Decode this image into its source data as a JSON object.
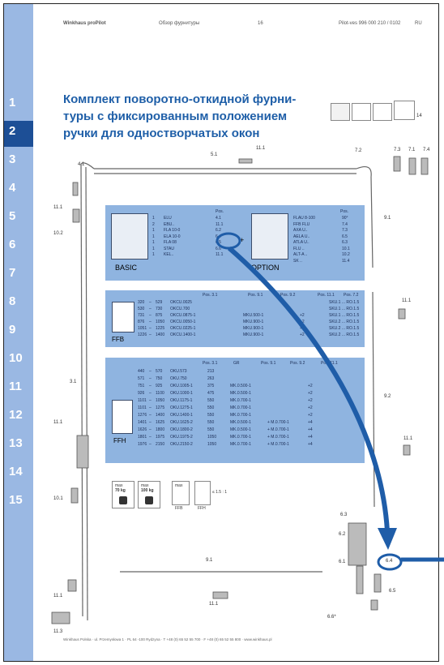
{
  "header": {
    "brand": "Winkhaus proPilot",
    "section": "Обзор фурнитуры",
    "page": "16",
    "code": "Pilot-ves 996 000 210 / 0102",
    "lang": "RU"
  },
  "tabs": [
    "1",
    "2",
    "3",
    "4",
    "5",
    "6",
    "7",
    "8",
    "9",
    "10",
    "11",
    "12",
    "13",
    "14",
    "15"
  ],
  "active_tab": "2",
  "title": [
    "Комплект поворотно-откидной фурни-",
    "туры с фиксированным положением",
    "ручки для одностворчатых окон"
  ],
  "icon_label": "14",
  "part_labels": {
    "p4_1": "4.1",
    "p5_1": "5.1",
    "p11_1_top": "11.1",
    "p7_2": "7.2",
    "p7_3": "7.3",
    "p7_1": "7.1",
    "p7_4": "7.4",
    "p11_1_l1": "11.1",
    "p10_2": "10.2",
    "p9_1": "9.1",
    "p11_1_r1": "11.1",
    "p3_1": "3.1",
    "p11_1_l2": "11.1",
    "p9_2": "9.2",
    "p11_1_r2": "11.1",
    "p10_1": "10.1",
    "p6_3": "6.3",
    "p6_2": "6.2",
    "p6_4": "6.4",
    "p6_1": "6.1",
    "p6_5": "6.5",
    "p11_1_b": "11.1",
    "p9_1_b": "9.1",
    "p11_1_bl": "11.1",
    "p6_6": "6.6*",
    "p11_3": "11.3"
  },
  "basic": {
    "label": "BASIC",
    "head": "Pos.",
    "rows": [
      [
        "1",
        "ELU",
        "4.1"
      ],
      [
        "2",
        "EBU..",
        "11.1"
      ],
      [
        "1",
        "FLA 10-0",
        "6.2"
      ],
      [
        "1",
        "ELA 10-0",
        "6.4"
      ],
      [
        "1",
        "FLA 08",
        "6.5"
      ],
      [
        "1",
        "STAU",
        "6.6"
      ],
      [
        "1",
        "KEL..",
        "11.1"
      ]
    ]
  },
  "option": {
    "label": "OPTION",
    "head": "Pos.",
    "rows": [
      [
        "FLAU 8-100",
        "90°"
      ],
      [
        "FFB FLU",
        "7.4"
      ],
      [
        "AXA U..",
        "7.3"
      ],
      [
        "AELA U..",
        "6.5"
      ],
      [
        "ATLA U..",
        "6.3"
      ],
      [
        "FLU ..",
        "10.1"
      ],
      [
        "ALT-A ..",
        "10.2"
      ],
      [
        "SK ..",
        "11.4"
      ]
    ]
  },
  "ffb": {
    "label": "FFB",
    "headers": [
      "Pos. 3.1",
      "Pos. 9.1",
      "Pos. 9.2",
      "Pos. 11.1",
      "Pos. 7.2"
    ],
    "rows": [
      [
        "320",
        "–",
        "529",
        "OKCU.0025",
        "",
        "",
        "",
        "SKU.1 ... RO.1.5"
      ],
      [
        "530",
        "–",
        "730",
        "OKCU.700",
        "",
        "",
        "",
        "SKU.1 ... RO.1.5"
      ],
      [
        "731",
        "–",
        "875",
        "OKCU.0875-1",
        "",
        "MKU.500-1",
        "+2",
        "SKU.1 ... RO.1.5"
      ],
      [
        "876",
        "–",
        "1050",
        "OKCU.0050-1",
        "",
        "MKU.900-1",
        "+2",
        "SKU.2 ... RO.1.5"
      ],
      [
        "1051",
        "–",
        "1225",
        "OKCU.0225-1",
        "",
        "MKU.900-1",
        "+2",
        "SKU.2 ... RO.1.5"
      ],
      [
        "1226",
        "–",
        "1400",
        "OKCU.1400-1",
        "",
        "MKU.900-1",
        "+2",
        "SKU.2 ... RO.1.5"
      ]
    ]
  },
  "ffh": {
    "label": "FFH",
    "headers": [
      "Pos. 3.1",
      "GR",
      "Pos. 9.1",
      "Pos. 9.2",
      "Pos. 11.1"
    ],
    "rows": [
      [
        "440",
        "–",
        "570",
        "OKU.573",
        "213",
        "",
        "",
        ""
      ],
      [
        "571",
        "–",
        "750",
        "OKU.750",
        "263",
        "",
        "",
        ""
      ],
      [
        "751",
        "–",
        "925",
        "OKU.1005-1",
        "375",
        "MK.0.500-1",
        "",
        "+2"
      ],
      [
        "926",
        "–",
        "1100",
        "OKU.1000-1",
        "475",
        "MK.0.500-1",
        "",
        "+2"
      ],
      [
        "1101",
        "–",
        "1050",
        "OKU.1175-1",
        "550",
        "MK.0.700-1",
        "",
        "+2"
      ],
      [
        "1101",
        "–",
        "1275",
        "OKU.1275-1",
        "550",
        "MK.0.700-1",
        "",
        "+2"
      ],
      [
        "1276",
        "–",
        "1400",
        "OKU.1400-1",
        "550",
        "MK.0.700-1",
        "",
        "+2"
      ],
      [
        "1401",
        "–",
        "1625",
        "OKU.1625-2",
        "550",
        "MK.0.500-1",
        "+ M.0.700-1",
        "+4"
      ],
      [
        "1626",
        "–",
        "1800",
        "OKU.1800-2",
        "550",
        "MK.0.500-1",
        "+ M.0.700-1",
        "+4"
      ],
      [
        "1801",
        "–",
        "1975",
        "OKU.1975-2",
        "1050",
        "MK.0.700-1",
        "+ M.0.700-1",
        "+4"
      ],
      [
        "1976",
        "–",
        "2150",
        "OKU.2150-2",
        "1050",
        "MK.0.700-1",
        "+ M.0.700-1",
        "+4"
      ]
    ]
  },
  "weights": {
    "w1_max": "max",
    "w1_kg": "70 kg",
    "w2_max": "max",
    "w2_kg": "100 kg",
    "w3_top": "max",
    "ffb": "FFB",
    "ffh": "FFH",
    "ratio": "≤ 1.5 : 1"
  },
  "footer": "Winkhaus Polska · ul. Przemysłowa 1 · PL 64 -100 Rydzyna · T +48 (0) 65 52 55 700 · F +48 (0) 65 52 55 800 · www.winkhaus.pl",
  "colors": {
    "sidebar": "#9ab8e3",
    "active_tab": "#1d4f96",
    "panel": "#8fb4e0",
    "title": "#1f5fa8",
    "arrow": "#1f5da8"
  }
}
